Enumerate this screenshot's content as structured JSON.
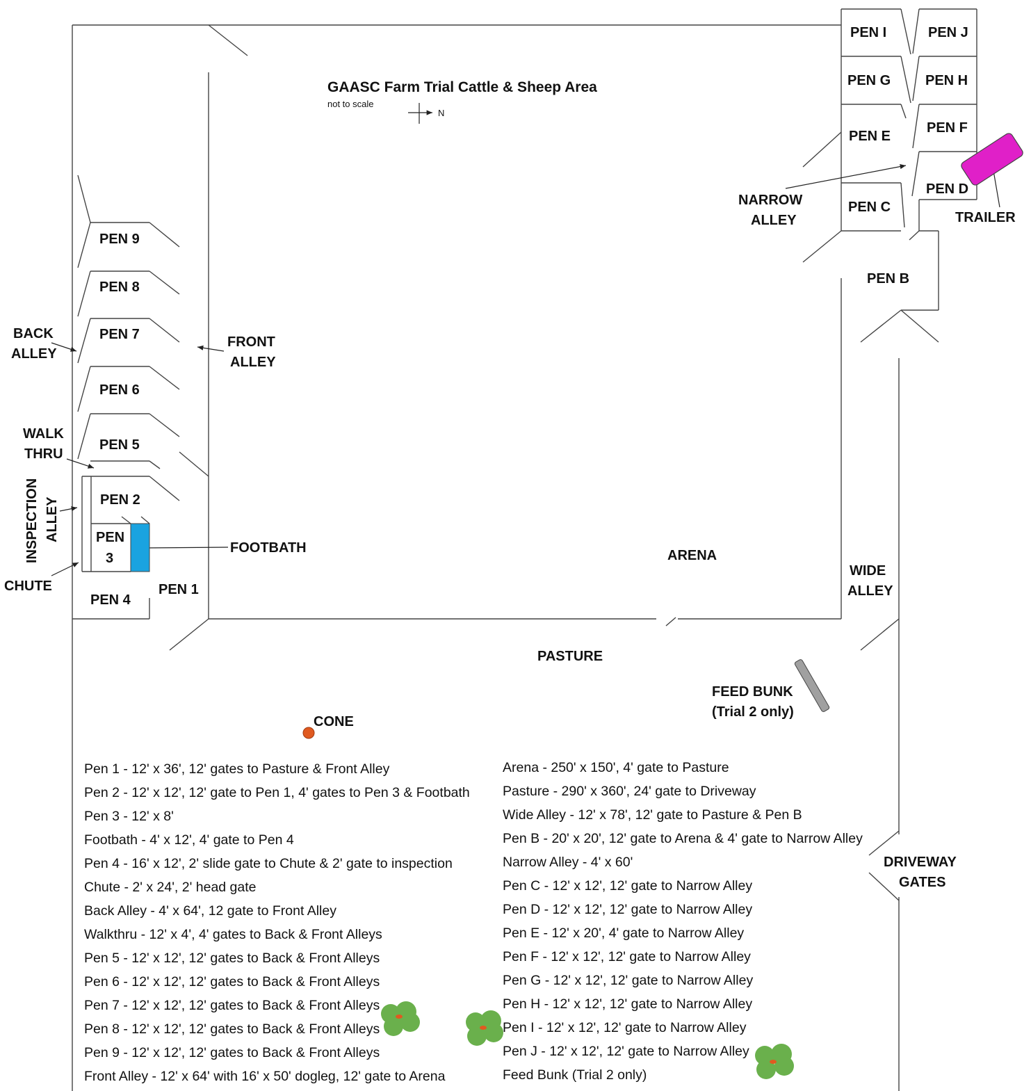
{
  "title": "GAASC Farm Trial Cattle & Sheep Area",
  "subtitle": "not to scale",
  "north_label": "N",
  "pens": {
    "pen_i": "PEN I",
    "pen_j": "PEN J",
    "pen_g": "PEN G",
    "pen_h": "PEN H",
    "pen_e": "PEN E",
    "pen_f": "PEN F",
    "pen_d": "PEN D",
    "pen_c": "PEN C",
    "pen_b": "PEN B",
    "pen_9": "PEN 9",
    "pen_8": "PEN 8",
    "pen_7": "PEN 7",
    "pen_6": "PEN 6",
    "pen_5": "PEN 5",
    "pen_2": "PEN 2",
    "pen_3_line1": "PEN",
    "pen_3_line2": "3",
    "pen_4": "PEN 4",
    "pen_1": "PEN 1"
  },
  "areas": {
    "narrow_alley_l1": "NARROW",
    "narrow_alley_l2": "ALLEY",
    "trailer": "TRAILER",
    "back_alley_l1": "BACK",
    "back_alley_l2": "ALLEY",
    "front_alley_l1": "FRONT",
    "front_alley_l2": "ALLEY",
    "walk_thru_l1": "WALK",
    "walk_thru_l2": "THRU",
    "inspection_l1": "INSPECTION",
    "inspection_l2": "ALLEY",
    "chute": "CHUTE",
    "footbath": "FOOTBATH",
    "arena": "ARENA",
    "wide_alley_l1": "WIDE",
    "wide_alley_l2": "ALLEY",
    "pasture": "PASTURE",
    "feed_bunk_l1": "FEED BUNK",
    "feed_bunk_l2": "(Trial 2 only)",
    "cone": "CONE",
    "driveway_l1": "DRIVEWAY",
    "driveway_l2": "GATES"
  },
  "colors": {
    "footbath": "#1aa3e0",
    "trailer": "#e020c8",
    "feed_bunk": "#a0a0a0",
    "cone": "#e05a20",
    "bush": "#6ab04c",
    "bush_center": "#e05a20"
  },
  "legend_left": [
    "Pen 1 - 12' x 36', 12' gates to Pasture & Front Alley",
    "Pen 2 - 12' x 12', 12' gate to Pen 1, 4' gates to Pen 3 & Footbath",
    "Pen 3 - 12' x 8'",
    "Footbath - 4' x 12', 4' gate to Pen 4",
    "Pen 4 - 16' x 12', 2' slide gate to Chute & 2' gate to inspection",
    "Chute - 2' x 24', 2' head gate",
    "Back Alley - 4' x 64', 12 gate to Front Alley",
    "Walkthru - 12' x 4', 4' gates to Back & Front Alleys",
    "Pen 5 - 12' x 12', 12' gates to Back & Front Alleys",
    "Pen 6 - 12' x 12', 12' gates to Back & Front Alleys",
    "Pen 7 - 12' x 12', 12' gates to Back & Front Alleys",
    "Pen 8 - 12' x 12', 12' gates to Back & Front Alleys",
    "Pen 9 - 12' x 12', 12' gates to Back & Front Alleys",
    "Front Alley - 12' x 64' with 16' x 50' dogleg, 12' gate to Arena"
  ],
  "legend_right": [
    "Arena - 250' x 150', 4' gate to Pasture",
    "Pasture - 290' x 360', 24' gate to Driveway",
    "Wide Alley - 12' x 78', 12' gate to Pasture & Pen B",
    "Pen B - 20' x 20', 12' gate to Arena & 4' gate to Narrow Alley",
    "Narrow Alley - 4' x 60'",
    "Pen C - 12' x 12', 12' gate to Narrow Alley",
    "Pen D - 12' x 12', 12' gate to Narrow Alley",
    "Pen E - 12' x 20', 4' gate to Narrow Alley",
    "Pen F - 12' x 12', 12' gate to Narrow Alley",
    "Pen G - 12' x 12', 12' gate to Narrow Alley",
    "Pen H - 12' x 12', 12' gate to Narrow Alley",
    "Pen I - 12' x 12', 12' gate to Narrow Alley",
    "Pen J - 12' x 12', 12' gate to Narrow Alley",
    "Feed Bunk (Trial 2 only)"
  ]
}
